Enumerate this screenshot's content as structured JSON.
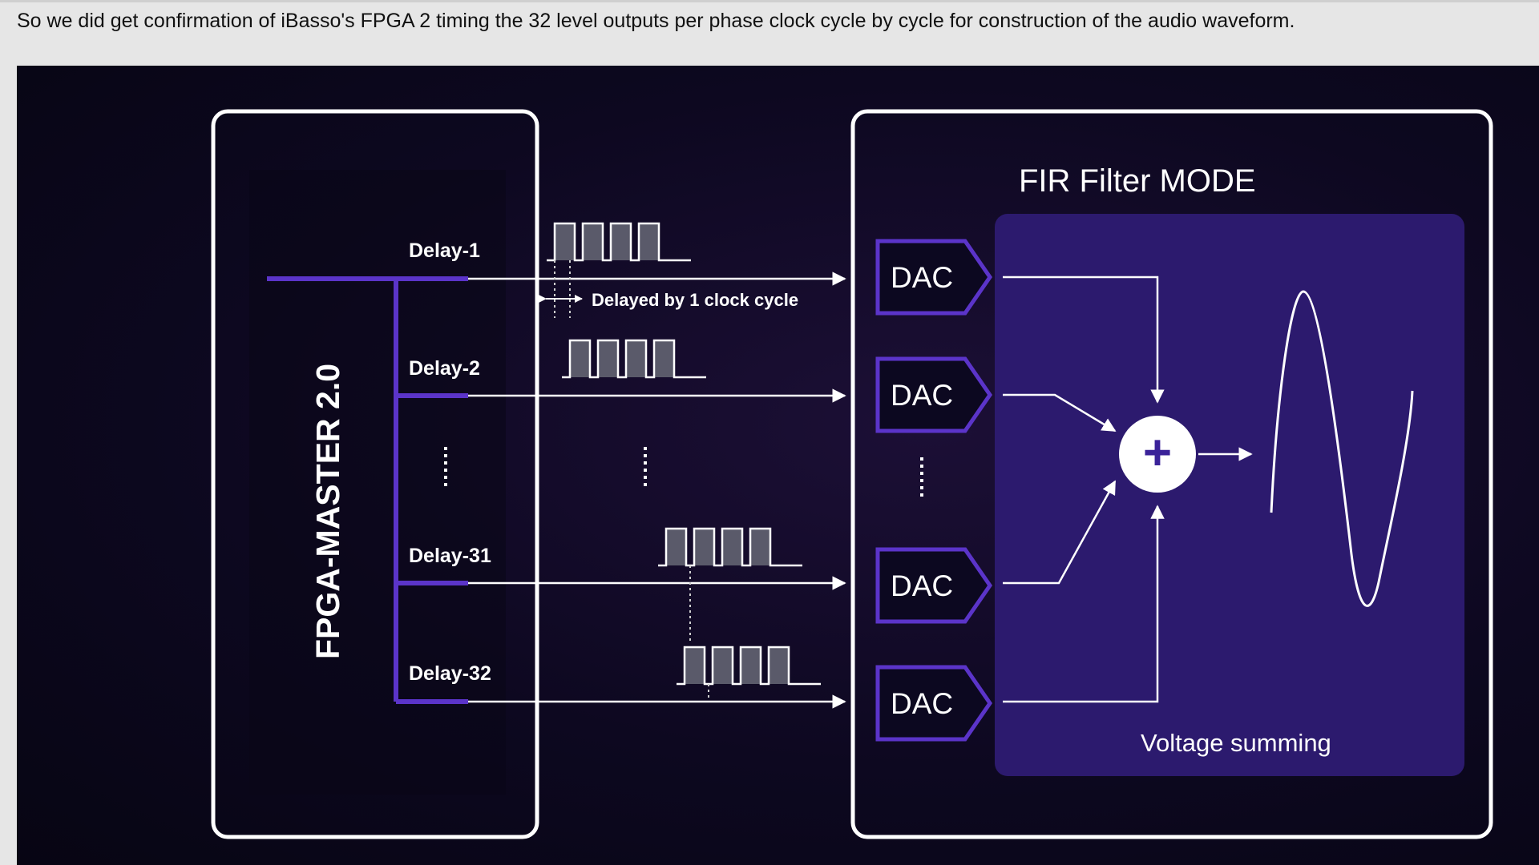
{
  "caption": "So we did get confirmation of iBasso's FPGA 2 timing the 32 level outputs per phase clock cycle by cycle for construction of the audio waveform.",
  "diagram": {
    "fpga_label": "FPGA-MASTER 2.0",
    "delays": [
      "Delay-1",
      "Delay-2",
      "Delay-31",
      "Delay-32"
    ],
    "delay_note": "Delayed by 1 clock cycle",
    "dac_label": "DAC",
    "filter_title": "FIR Filter MODE",
    "summing_label": "Voltage summing",
    "sum_symbol": "+",
    "colors": {
      "accent_purple": "#5b34c9",
      "panel_purple": "#2c1a6e",
      "background": "#0d0820",
      "line": "#ffffff"
    }
  }
}
